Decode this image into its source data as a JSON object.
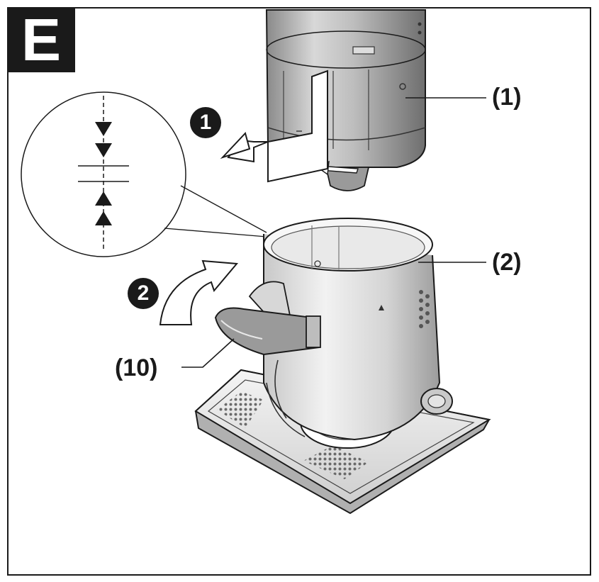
{
  "figure_letter": "E",
  "steps": {
    "one": "1",
    "two": "2"
  },
  "callouts": {
    "motor": "(1)",
    "base": "(2)",
    "lever": "(10)"
  },
  "colors": {
    "ink": "#1a1a1a",
    "metal_light": "#e6e6e6",
    "metal_mid": "#b8b8b8",
    "metal_dark": "#7a7a7a"
  }
}
